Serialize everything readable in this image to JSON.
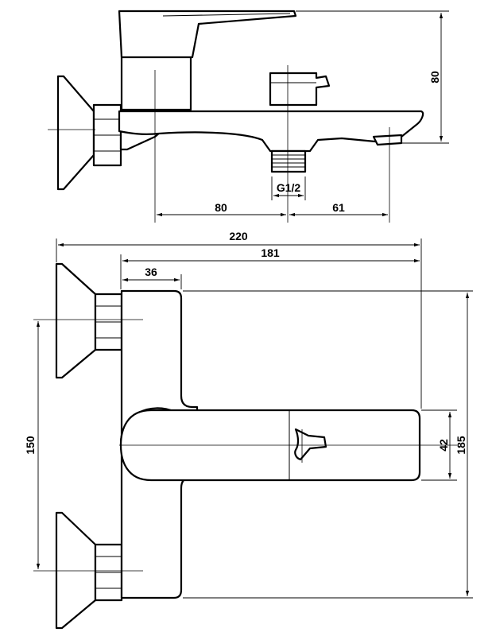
{
  "dimensions": {
    "spout_height": "80",
    "side_left": "80",
    "side_right": "61",
    "thread": "G1/2",
    "overall_width": "220",
    "body_length": "181",
    "connector_width": "36",
    "center_distance": "150",
    "handle_height": "42",
    "body_height": "185"
  }
}
